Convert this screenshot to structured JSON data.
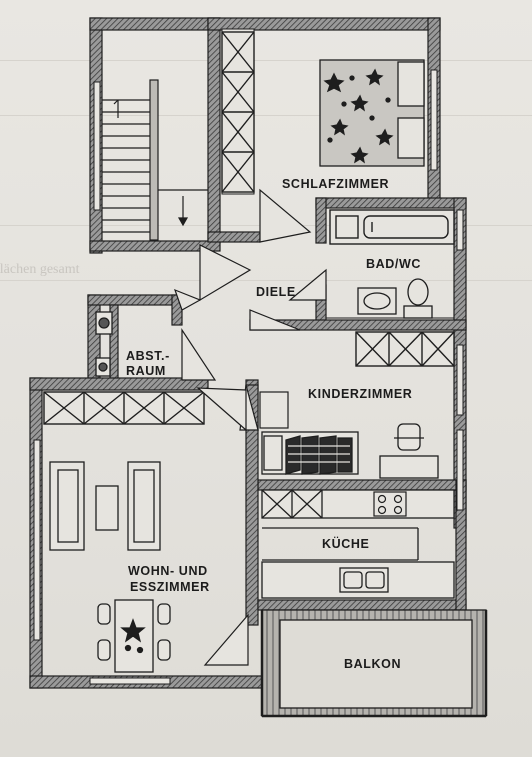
{
  "background_text": {
    "line1": "Flächen gesamt"
  },
  "rooms": {
    "schlafzimmer": "SCHLAFZIMMER",
    "bad_wc": "BAD/WC",
    "diele": "DIELE",
    "abstellraum_line1": "ABST.-",
    "abstellraum_line2": "RAUM",
    "kinderzimmer": "KINDERZIMMER",
    "kueche": "KÜCHE",
    "wohn_line1": "WOHN- UND",
    "wohn_line2": "ESSZIMMER",
    "balkon": "BALKON"
  },
  "colors": {
    "wall_hatch": "#6d6d6d",
    "wall_outline": "#1e1e1e",
    "paper": "#e6e4df"
  }
}
